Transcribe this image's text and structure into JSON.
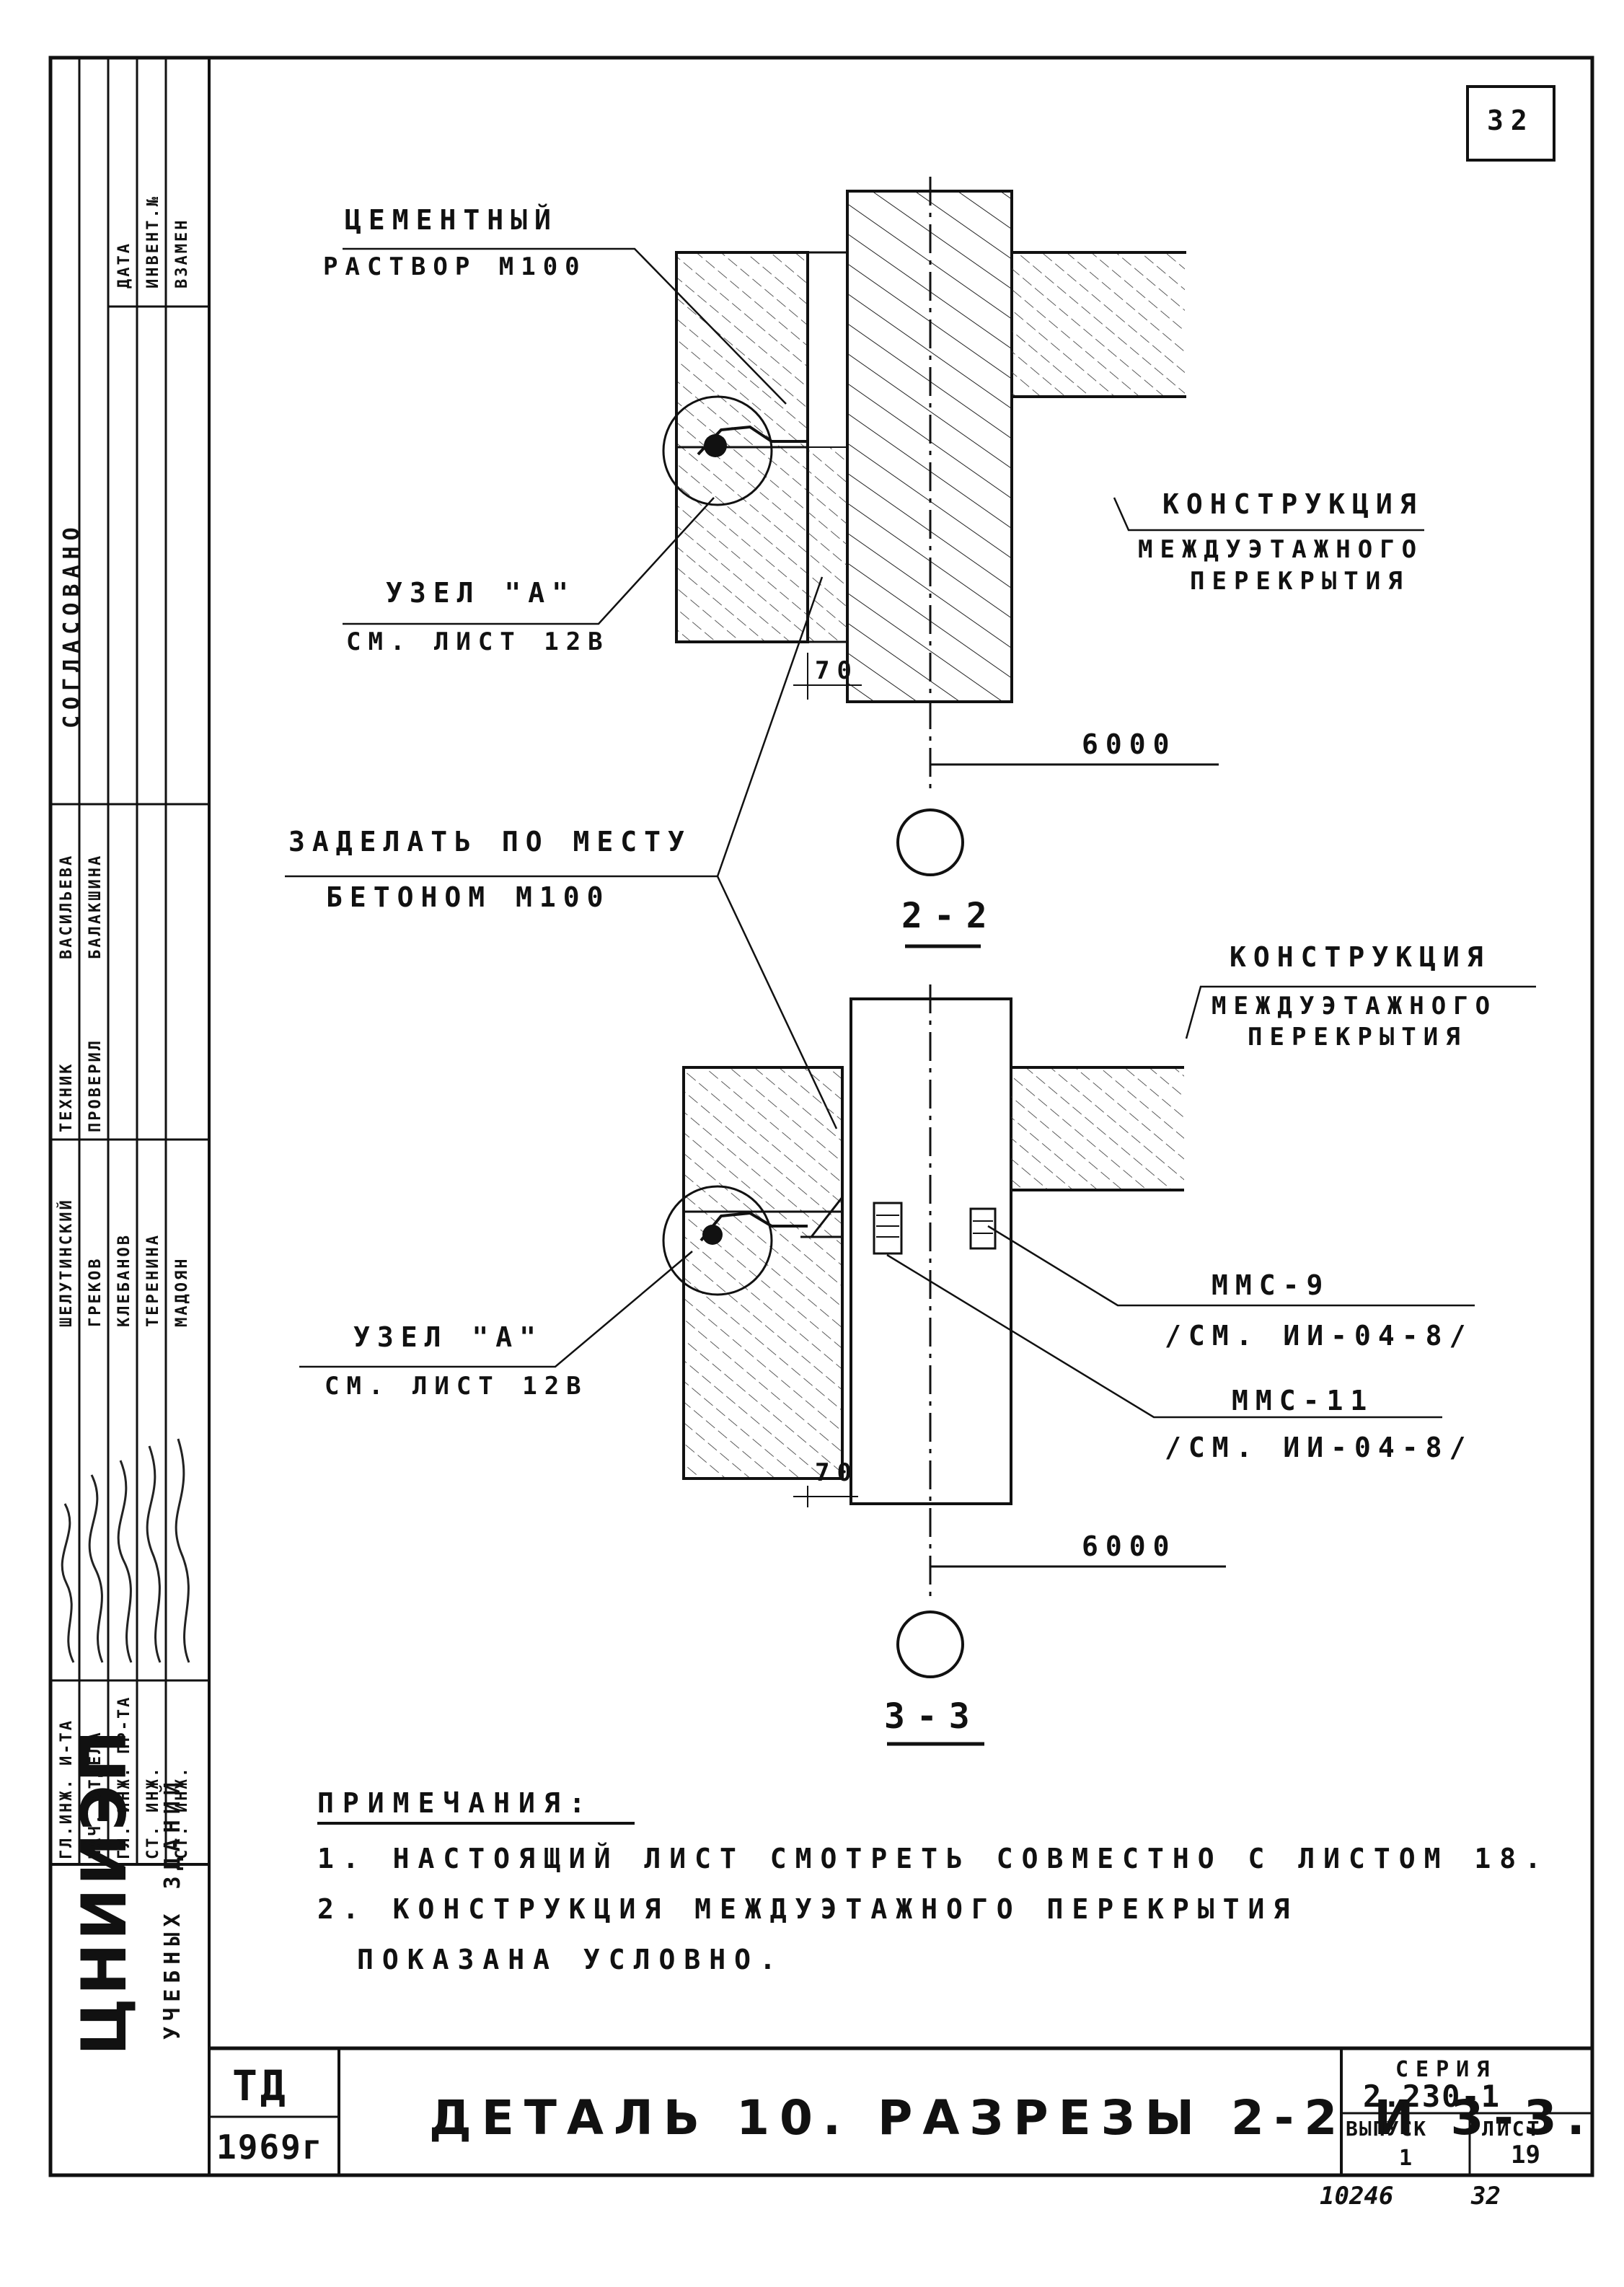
{
  "sheet_number_corner": "32",
  "section_2_2": {
    "label_mortar_line1": "ЦЕМЕНТНЫЙ",
    "label_mortar_line2": "РАСТВОР М100",
    "label_node_line1": "УЗЕЛ \"А\"",
    "label_node_line2": "СМ. ЛИСТ 12В",
    "label_floor_line1": "КОНСТРУКЦИЯ",
    "label_floor_line2": "МЕЖДУЭТАЖНОГО",
    "label_floor_line3": "ПЕРЕКРЫТИЯ",
    "dim_gap": "70",
    "dim_axis": "6000",
    "title": "2-2"
  },
  "shared_label": {
    "line1": "ЗАДЕЛАТЬ ПО МЕСТУ",
    "line2": "БЕТОНОМ  М100"
  },
  "section_3_3": {
    "label_floor_line1": "КОНСТРУКЦИЯ",
    "label_floor_line2": "МЕЖДУЭТАЖНОГО",
    "label_floor_line3": "ПЕРЕКРЫТИЯ",
    "label_node_line1": "УЗЕЛ \"А\"",
    "label_node_line2": "СМ. ЛИСТ 12В",
    "label_mmc9_line1": "ММС-9",
    "label_mmc9_line2": "/СМ. ИИ-04-8/",
    "label_mmc11_line1": "ММС-11",
    "label_mmc11_line2": "/СМ. ИИ-04-8/",
    "dim_gap": "70",
    "dim_axis": "6000",
    "title": "3-3"
  },
  "notes": {
    "heading": "ПРИМЕЧАНИЯ:",
    "item1": "1. НАСТОЯЩИЙ  ЛИСТ  СМОТРЕТЬ  СОВМЕСТНО С ЛИСТОМ 18.",
    "item2_line1": "2. КОНСТРУКЦИЯ  МЕЖДУЭТАЖНОГО  ПЕРЕКРЫТИЯ",
    "item2_line2": "ПОКАЗАНА  УСЛОВНО."
  },
  "title_block": {
    "td": "ТД",
    "year": "1969г",
    "title": "ДЕТАЛЬ 10.  РАЗРЕЗЫ 2-2 И 3-3.",
    "series_label": "СЕРИЯ",
    "series_value": "2.230-1",
    "issue_label": "ВЫПУСК",
    "issue_value": "1",
    "sheet_label": "ЛИСТ",
    "sheet_value": "19"
  },
  "below_frame": {
    "inventory_number": "10246",
    "page_number": "32"
  },
  "side_strip": {
    "org_name": "ЦНИИЭП",
    "org_subtitle": "УЧЕБНЫХ ЗДАНИЙ",
    "role_1": "ГЛ.ИНЖ. И-ТА",
    "role_2": "НАЧ. ОТДЕЛА",
    "role_3": "ГЛ. ИНЖ. ПР-ТА",
    "role_4": "СТ. ИНЖ.",
    "role_5": "СТ. ИНЖ.",
    "name_1": "ШЕЛУТИНСКИЙ",
    "name_2": "ГРЕКОВ",
    "name_3": "КЛЕБАНОВ",
    "name_4": "ТЕРЕНИНА",
    "name_5": "МАДОЯН",
    "approval_1_role": "ТЕХНИК",
    "approval_2_role": "ПРОВЕРИЛ",
    "approval_1_name": "ВАСИЛЬЕВА",
    "approval_2_name": "БАЛАКШИНА",
    "agreed": "СОГЛАСОВАНО",
    "col_date": "ДАТА",
    "col_inventory": "ИНВЕНТ.№",
    "col_replaces": "ВЗАМЕН"
  }
}
